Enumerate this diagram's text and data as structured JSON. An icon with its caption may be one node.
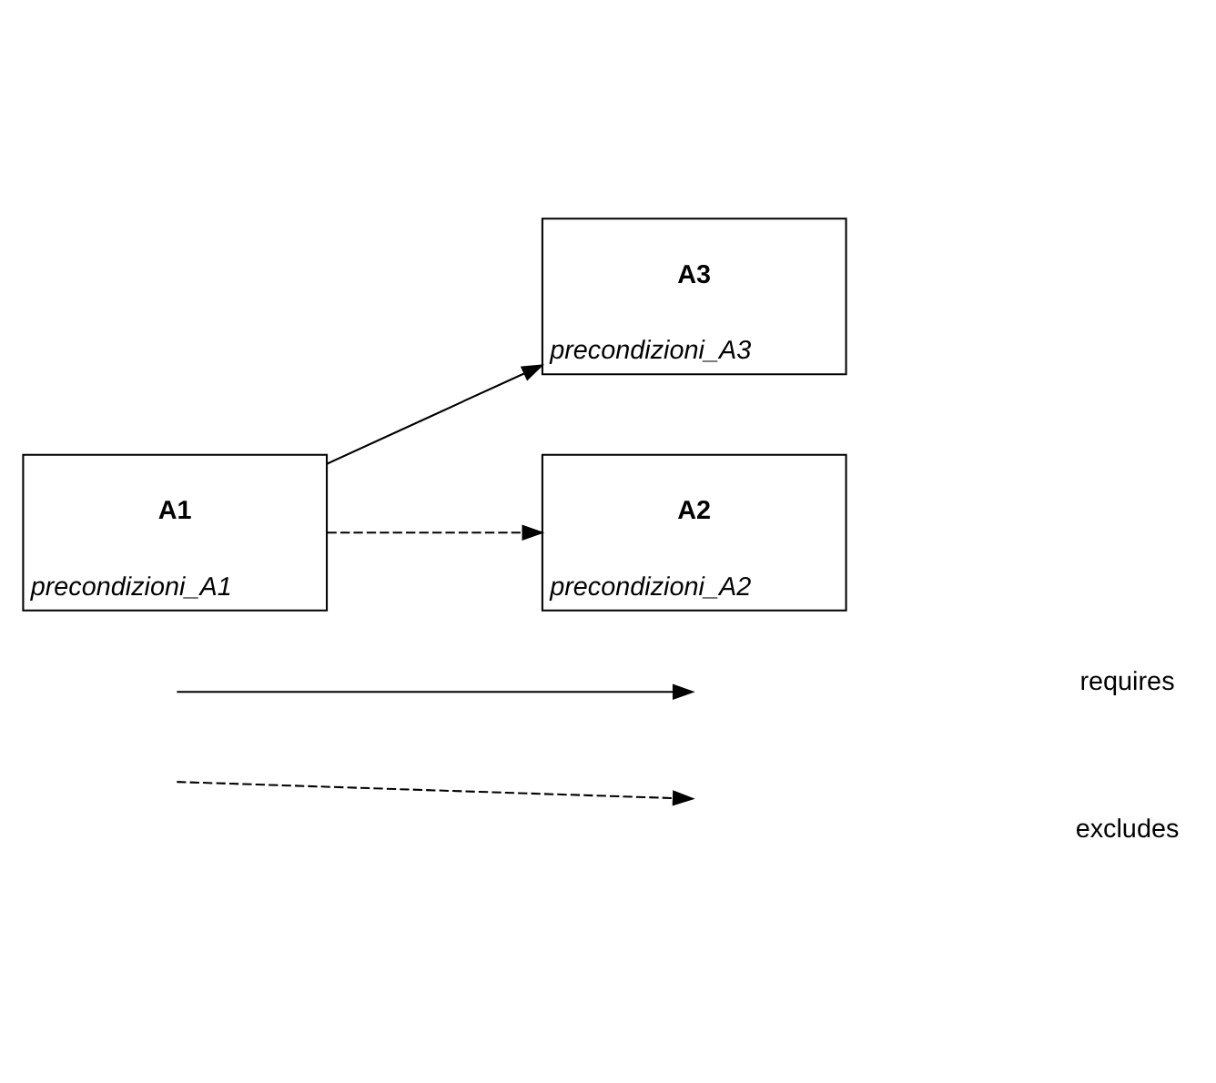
{
  "diagram": {
    "nodes": [
      {
        "text": [
          "A1",
          "precondizioni_A1"
        ]
      },
      {
        "text": [
          "A3",
          "precondizioni_A3"
        ]
      },
      {
        "text": [
          "A2",
          "precondizioni_A2"
        ]
      }
    ],
    "edges": [
      {
        "from": 0,
        "to": 1,
        "arrow": "to"
      },
      {
        "from": 0,
        "to": 2,
        "arrow": "to",
        "style": "dashed"
      }
    ],
    "legend": [
      {
        "text": "requires"
      },
      {
        "text": "excludes"
      }
    ]
  }
}
